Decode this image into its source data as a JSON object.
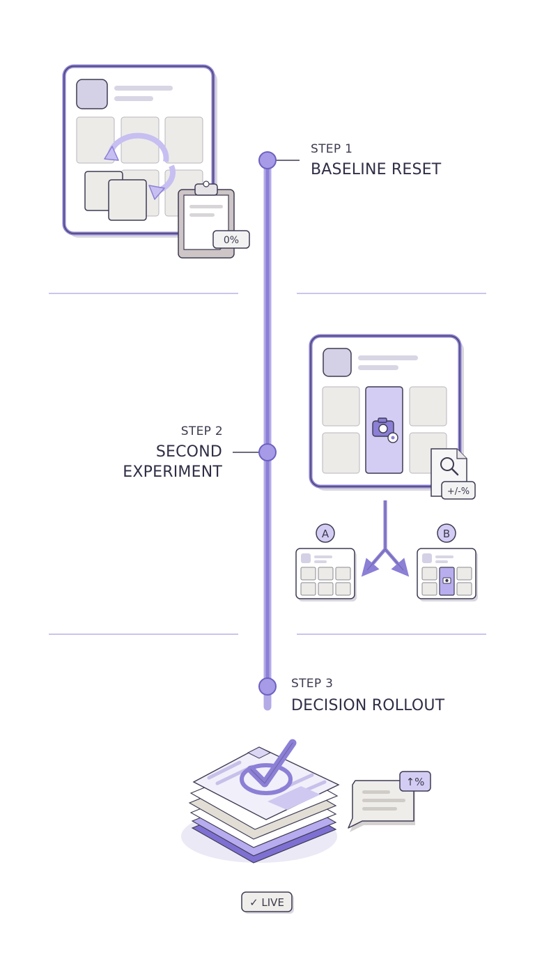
{
  "colors": {
    "accent": "#8b7fd6",
    "accent_light": "#d4cdf3",
    "outline": "#3d3b52",
    "card_fill": "#ecebe8",
    "background": "#ffffff"
  },
  "steps": [
    {
      "label": "STEP 1",
      "title": "BASELINE RESET"
    },
    {
      "label": "STEP 2",
      "title_line1": "SECOND",
      "title_line2": "EXPERIMENT"
    },
    {
      "label": "STEP 3",
      "title": "DECISION ROLLOUT"
    }
  ],
  "badges": {
    "baseline": "0%",
    "experiment": "+/-%",
    "variant_a": "A",
    "variant_b": "B",
    "uplift": "↑%",
    "live": "✓ LIVE"
  },
  "icons": [
    "reset-arrows-icon",
    "clipboard-icon",
    "camera-gear-icon",
    "magnifier-doc-icon",
    "split-arrow-icon",
    "checkmark-icon",
    "chat-bubble-icon"
  ]
}
